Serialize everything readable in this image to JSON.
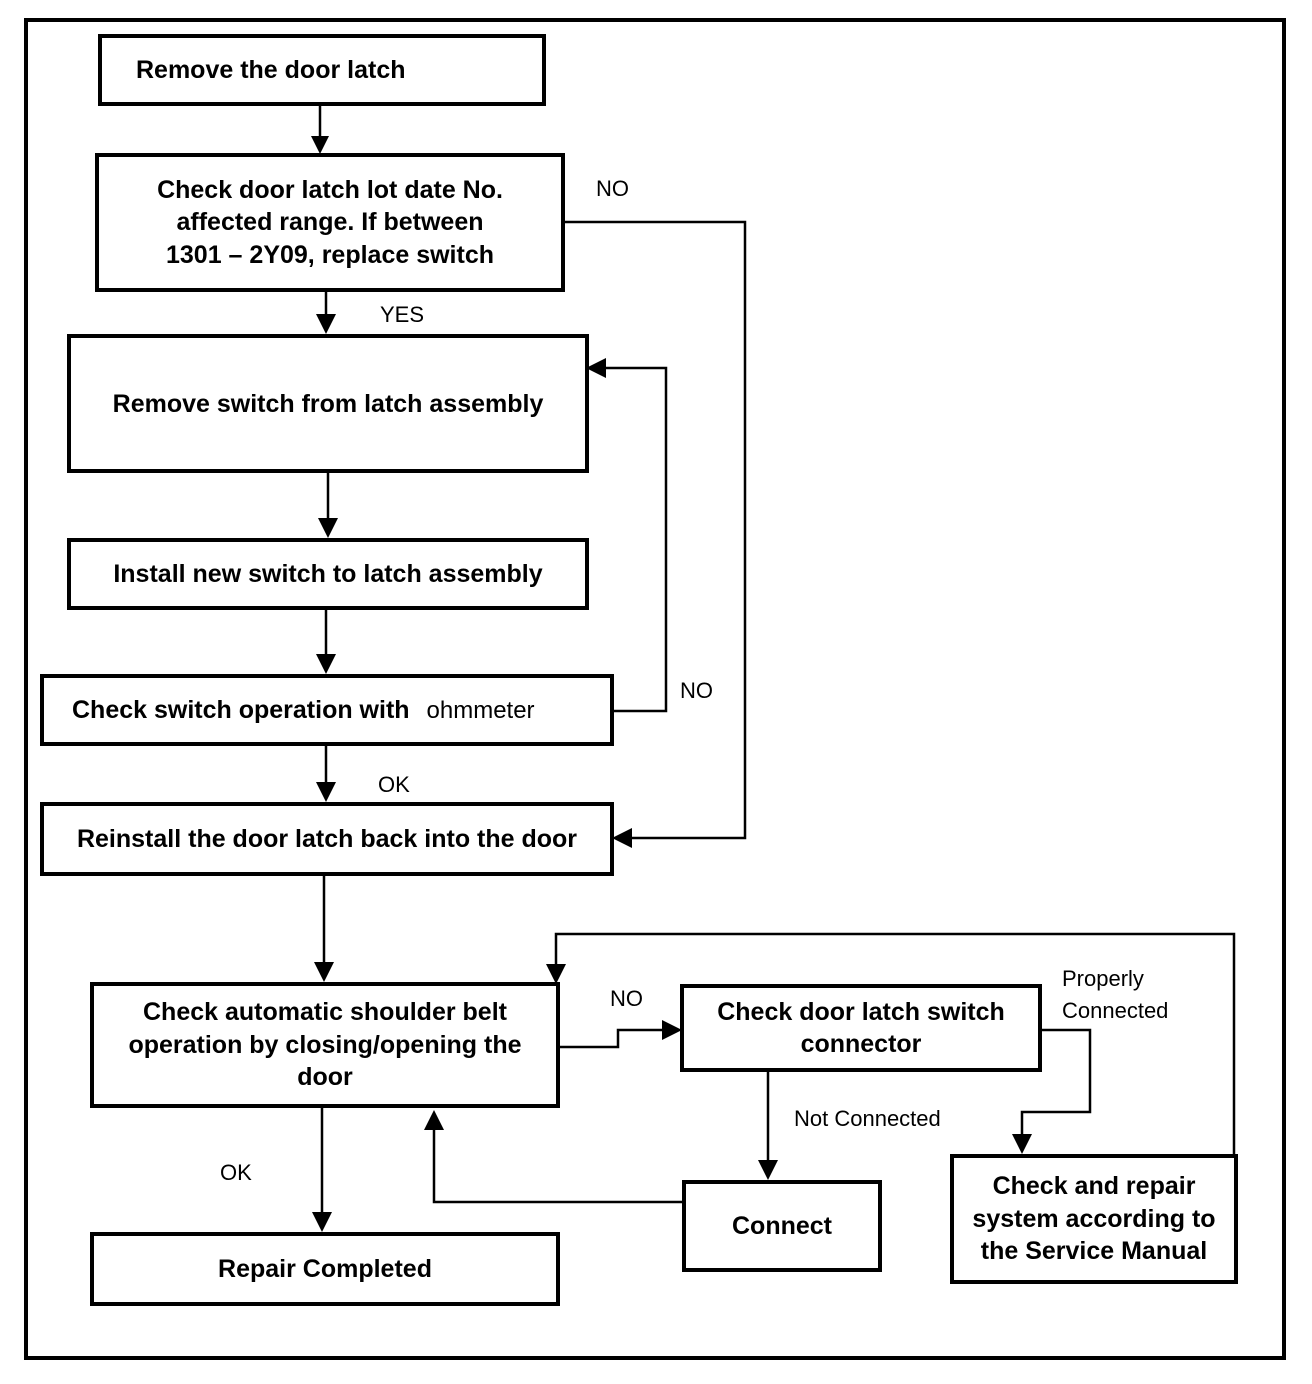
{
  "nodes": {
    "remove_latch": "Remove the door latch",
    "check_lot_line1": "Check door latch lot date No.",
    "check_lot_line2": "affected range. If between",
    "check_lot_range": "1301 – 2Y09",
    "check_lot_line3_rest": ", replace switch",
    "remove_switch": "Remove switch from latch assembly",
    "install_switch": "Install new switch to latch assembly",
    "check_switch_a": "Check switch operation with",
    "check_switch_b": "ohmmeter",
    "reinstall_latch": "Reinstall the door latch back into the door",
    "check_belt_line1": "Check automatic shoulder belt",
    "check_belt_line2": "operation by closing/opening the",
    "check_belt_line3": "door",
    "check_connector_line1": "Check door latch switch",
    "check_connector_line2": "connector",
    "connect": "Connect",
    "check_repair_line1": "Check and repair",
    "check_repair_line2": "system according to",
    "check_repair_line3": "the Service Manual",
    "repair_completed": "Repair Completed"
  },
  "edge_labels": {
    "lot_no": "NO",
    "lot_yes": "YES",
    "ohm_no": "NO",
    "ohm_ok": "OK",
    "belt_no": "NO",
    "belt_ok": "OK",
    "not_connected": "Not Connected",
    "properly_line1": "Properly",
    "properly_line2": "Connected"
  }
}
